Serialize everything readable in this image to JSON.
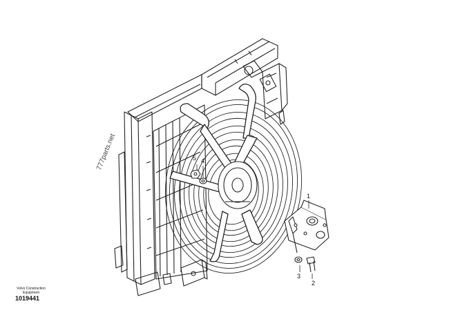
{
  "callouts": {
    "item_1": "1",
    "item_2": "2",
    "item_3": "3",
    "item_4": "4",
    "item_5": "5"
  },
  "watermark": "777parts.net",
  "brand": {
    "line1": "Volvo Construction",
    "line2": "Equipment"
  },
  "drawing_ref": "1019441",
  "colors": {
    "ink": "#222222",
    "paper": "#ffffff"
  }
}
